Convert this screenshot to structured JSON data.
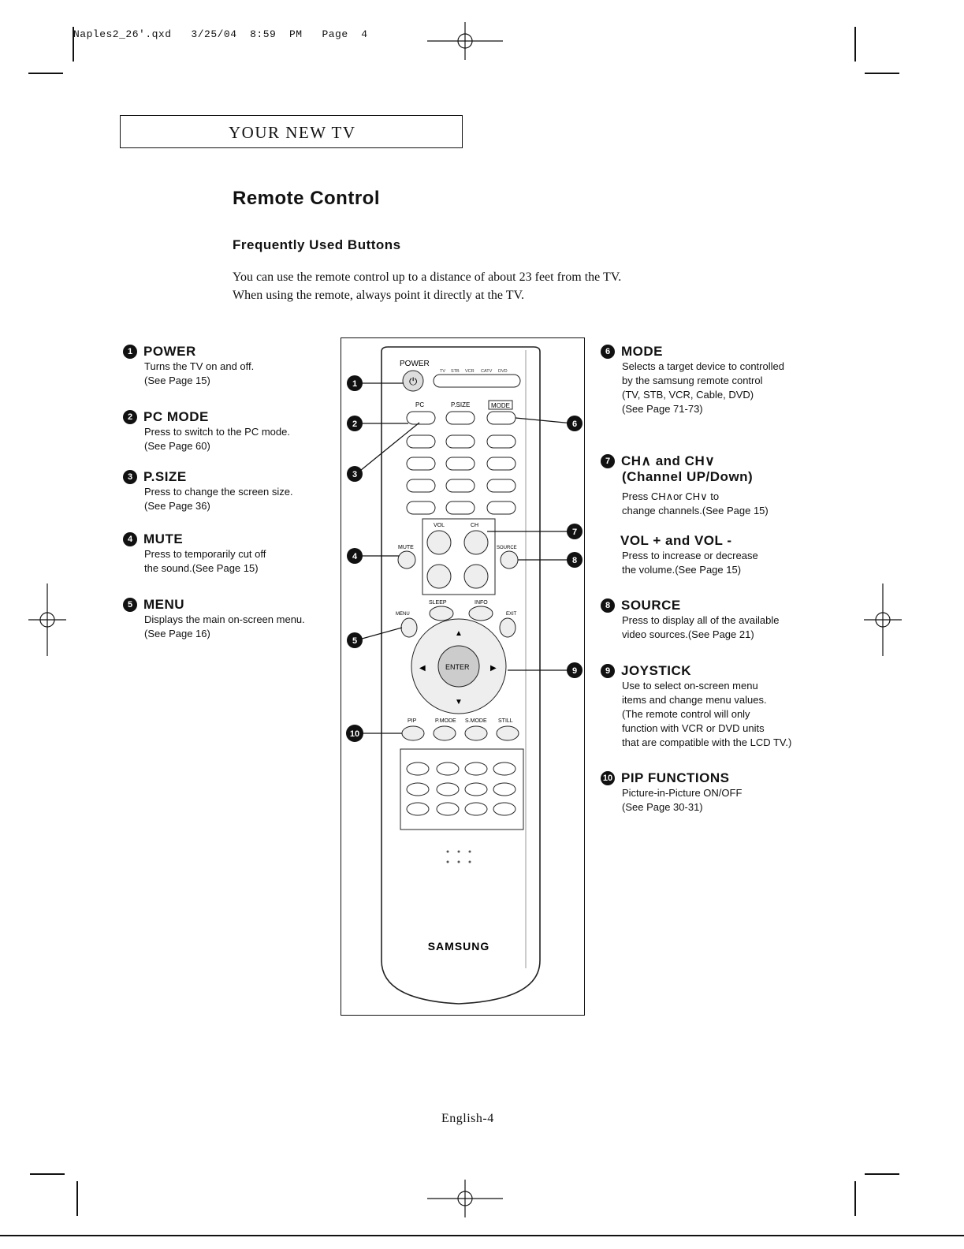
{
  "slug": "Naples2_26'.qxd   3/25/04  8:59  PM   Page  4",
  "section": "YOUR NEW TV",
  "page_title": "Remote Control",
  "subtitle": "Frequently Used Buttons",
  "intro": [
    "You can use the remote control up to a distance of about 23 feet from the TV.",
    "When using the remote, always point it directly at the TV."
  ],
  "left_items": [
    {
      "num": "1",
      "heading": "POWER",
      "desc": "Turns the TV on and off.\n(See Page 15)"
    },
    {
      "num": "2",
      "heading": "PC MODE",
      "desc": "Press to switch to the PC mode.\n(See Page 60)"
    },
    {
      "num": "3",
      "heading": "P.SIZE",
      "desc": "Press to change the screen size.\n(See Page 36)"
    },
    {
      "num": "4",
      "heading": "MUTE",
      "desc": "Press to temporarily cut off\nthe sound.(See Page 15)"
    },
    {
      "num": "5",
      "heading": "MENU",
      "desc": "Displays the main on-screen menu.\n(See Page 16)"
    }
  ],
  "right_items": [
    {
      "num": "6",
      "heading": "MODE",
      "desc": "Selects a target device to controlled\nby the samsung  remote control\n(TV, STB, VCR, Cable, DVD)\n(See Page 71-73)"
    },
    {
      "num": "7",
      "heading": "CH∧ and CH∨",
      "heading2": "(Channel UP/Down)",
      "desc": "Press CH∧or CH∨ to\nchange channels.(See Page 15)"
    },
    {
      "num": "",
      "heading": "VOL + and VOL -",
      "desc": "Press to increase or decrease\nthe volume.(See Page 15)"
    },
    {
      "num": "8",
      "heading": "SOURCE",
      "desc": "Press to display all of the available\nvideo sources.(See Page 21)"
    },
    {
      "num": "9",
      "heading": "JOYSTICK",
      "desc": "Use to select on-screen menu\nitems and change menu values.\n(The remote control will only\n function with VCR or DVD units\n that are compatible with the LCD TV.)"
    },
    {
      "num": "10",
      "heading": "PIP FUNCTIONS",
      "desc": "Picture-in-Picture ON/OFF\n(See Page 30-31)"
    }
  ],
  "remote": {
    "power": "POWER",
    "modes": [
      "TV",
      "STB",
      "VCR",
      "CATV",
      "DVD"
    ],
    "pc": "PC",
    "psize": "P.SIZE",
    "mode": "MODE",
    "vol": "VOL",
    "ch": "CH",
    "mute": "MUTE",
    "source": "SOURCE",
    "sleep": "SLEEP",
    "info": "INFO",
    "menu": "MENU",
    "exit": "EXIT",
    "enter": "ENTER",
    "pip": "PIP",
    "pmode": "P.MODE",
    "smode": "S.MODE",
    "still": "STILL",
    "brand": "SAMSUNG"
  },
  "footer": "English-4"
}
